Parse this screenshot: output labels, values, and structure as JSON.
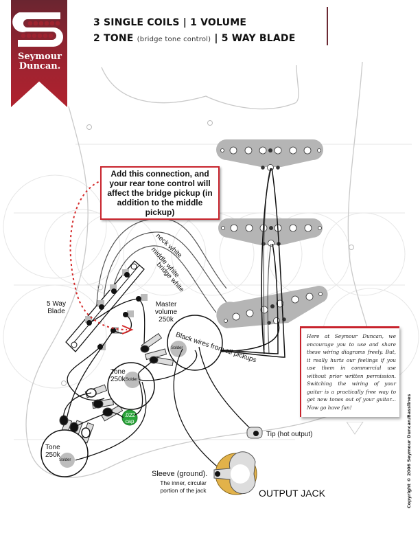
{
  "header": {
    "line1": "3 SINGLE COILS | 1 VOLUME",
    "line2_main": "2 TONE",
    "line2_sub": "(bridge tone control)",
    "line2_rest": "| 5 WAY BLADE"
  },
  "brand": {
    "name_line1": "Seymour",
    "name_line2": "Duncan.",
    "ribbon_color": "#9e2330"
  },
  "callout": {
    "text": "Add this connection, and your rear tone control will affect the bridge pickup (in addition to the middle pickup)",
    "border_color": "#c8232c"
  },
  "wire_labels": {
    "neck": "neck white",
    "middle": "middle white",
    "bridge": "bridge white",
    "black": "Black wires from all pickups"
  },
  "components": {
    "switch": {
      "line1": "5 Way",
      "line2": "Blade"
    },
    "master_volume": {
      "line1": "Master",
      "line2": "volume",
      "line3": "250k"
    },
    "tone1": {
      "line1": "Tone",
      "line2": "250k",
      "solder": "Solder"
    },
    "tone2": {
      "line1": "Tone",
      "line2": "250k",
      "solder": "Solder"
    },
    "volume_solder": "Solder",
    "capacitor": {
      "value": ".022",
      "unit": "cap",
      "color": "#2aa53a"
    },
    "jack": {
      "title": "OUTPUT JACK",
      "tip": "Tip (hot output)",
      "sleeve": "Sleeve (ground).",
      "sleeve_note_1": "The inner, circular",
      "sleeve_note_2": "portion of the jack",
      "ring_color": "#e2b24a"
    }
  },
  "note": {
    "text": "Here at Seymour Duncan, we encourage you to use and share these wiring diagrams freely. But, it really hurts our feelings if you use them in commercial use without prior written permission. Switching the wiring of your guitar is a practically free way to get new tones out of your guitar... Now go have fun!"
  },
  "copyright": "Copyright © 2006 Seymour Duncan/Basslines",
  "colors": {
    "accent_red": "#c8232c",
    "pickup_gray": "#b5b5b5",
    "wire_black": "#111111",
    "wire_white_outline": "#555555"
  }
}
